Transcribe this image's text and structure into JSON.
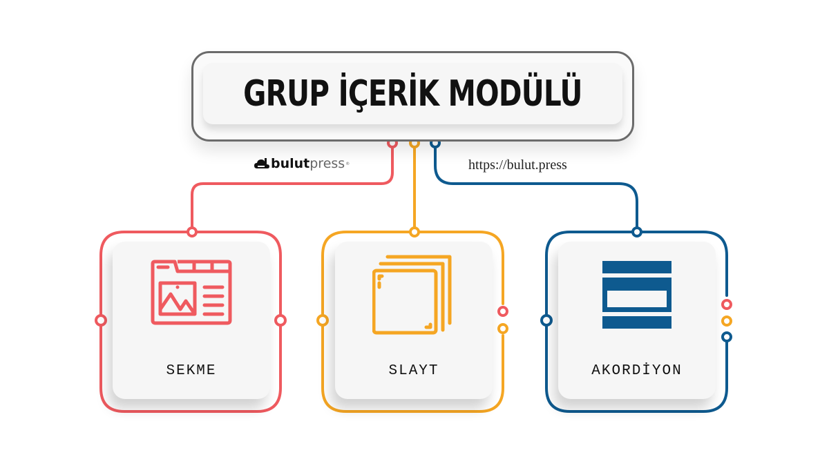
{
  "title": "GRUP İÇERİK MODÜLÜ",
  "brand": {
    "logo_bold": "bulut",
    "logo_light": "press",
    "registered": "®"
  },
  "url": "https://bulut.press",
  "colors": {
    "red": "#ef5a5f",
    "orange": "#f5a623",
    "blue": "#0e5a8f",
    "title_border": "#6b6b6b",
    "card_bg": "#f6f6f6"
  },
  "modules": [
    {
      "label": "SEKME",
      "icon": "browser-tab-image-icon",
      "color": "#ef5a5f"
    },
    {
      "label": "SLAYT",
      "icon": "stacked-slides-icon",
      "color": "#f5a623"
    },
    {
      "label": "AKORDİYON",
      "icon": "accordion-icon",
      "color": "#0e5a8f"
    }
  ]
}
